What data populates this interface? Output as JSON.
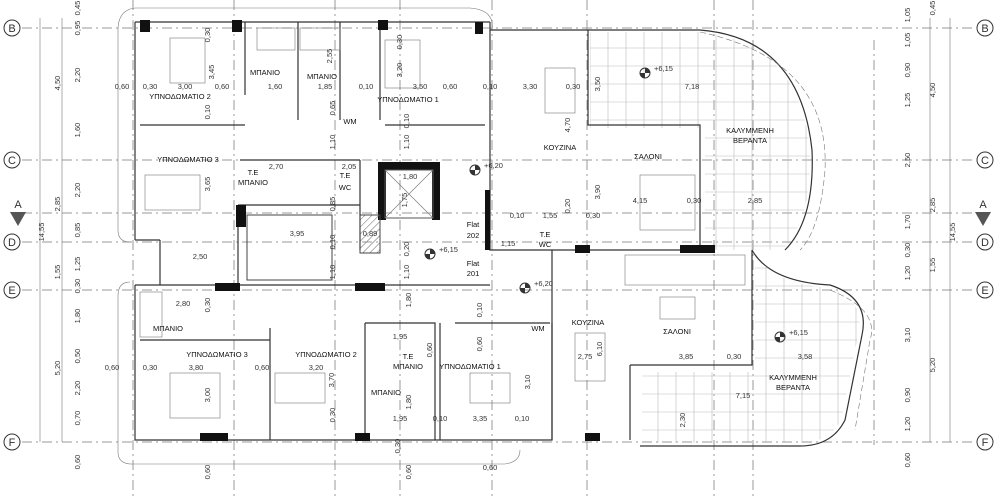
{
  "axes": {
    "left": [
      "B",
      "C",
      "D",
      "E",
      "F"
    ],
    "right": [
      "B",
      "C",
      "D",
      "E",
      "F"
    ],
    "section": "A"
  },
  "rooms": [
    "ΥΠΝΟΔΩΜΑΤΙΟ 2",
    "ΜΠΑΝΙΟ",
    "ΜΠΑΝΙΟ",
    "ΥΠΝΟΔΩΜΑΤΙΟ 1",
    "ΥΠΝΟΔΩΜΑΤΙΟ 3",
    "Τ.Ε",
    "ΜΠΑΝΙΟ",
    "Τ.Ε",
    "WC",
    "ΚΟΥΖΙΝΑ",
    "ΣΑΛΟΝΙ",
    "ΚΑΛΥΜΜΕΝΗ",
    "ΒΕΡΑΝΤΑ",
    "Τ.Ε",
    "WC",
    "ΜΠΑΝΙΟ",
    "ΥΠΝΟΔΩΜΑΤΙΟ 3",
    "ΥΠΝΟΔΩΜΑΤΙΟ 2",
    "Τ.Ε",
    "ΜΠΑΝΙΟ",
    "ΜΠΑΝΙΟ",
    "ΥΠΝΟΔΩΜΑΤΙΟ 1",
    "ΚΟΥΖΙΝΑ",
    "ΣΑΛΟΝΙ",
    "ΚΑΛΥΜΜΕΝΗ",
    "ΒΕΡΑΝΤΑ",
    "WM",
    "WM"
  ],
  "flats": [
    "Flat",
    "202",
    "Flat",
    "201"
  ],
  "levels": [
    "+6,15",
    "+6,20",
    "+6,15",
    "+6,20",
    "+6,15"
  ],
  "dims_h": [
    "0,60",
    "0,30",
    "3,00",
    "0,60",
    "1,60",
    "1,85",
    "0,10",
    "3,50",
    "0,60",
    "0,10",
    "3,30",
    "0,30",
    "7,18",
    "2,70",
    "2,05",
    "1,80",
    "3,95",
    "0,89",
    "2,50",
    "2,80",
    "4,15",
    "0,30",
    "2,85",
    "0,10",
    "1,55",
    "0,30",
    "1,15",
    "0,60",
    "0,30",
    "3,80",
    "0,60",
    "3,20",
    "1,95",
    "1,95",
    "0,10",
    "3,35",
    "0,10",
    "2,75",
    "3,85",
    "0,30",
    "3,58",
    "7,15",
    "0,60"
  ],
  "dims_v": [
    "3,45",
    "0,30",
    "3,20",
    "0,30",
    "2,55",
    "0,65",
    "0,10",
    "3,65",
    "3,50",
    "4,70",
    "3,90",
    "3,00",
    "3,70",
    "3,10",
    "2,30",
    "6,10",
    "1,10",
    "1,10",
    "1,10",
    "1,10",
    "0,60",
    "0,60",
    "1,75",
    "0,30",
    "0,10",
    "0,10",
    "0,20",
    "0,20",
    "0,30",
    "0,60",
    "0,10",
    "1,80",
    "1,80",
    "0,60",
    "0,30",
    "0,85"
  ],
  "left_dims": [
    "4,50",
    "2,85",
    "1,55",
    "5,20",
    "14,55",
    "0,45",
    "0,95",
    "2,20",
    "1,60",
    "2,20",
    "0,85",
    "1,25",
    "0,30",
    "1,80",
    "0,50",
    "2,20",
    "0,70",
    "0,60"
  ],
  "right_dims": [
    "1,05",
    "1,05",
    "0,90",
    "1,25",
    "2,50",
    "1,70",
    "0,30",
    "1,20",
    "3,10",
    "0,90",
    "1,20",
    "0,60",
    "0,45",
    "4,50",
    "2,85",
    "1,55",
    "5,20",
    "14,55"
  ],
  "colors": {
    "wall": "#111111",
    "grid": "#9a9a9a",
    "section_marker": "#555555"
  }
}
